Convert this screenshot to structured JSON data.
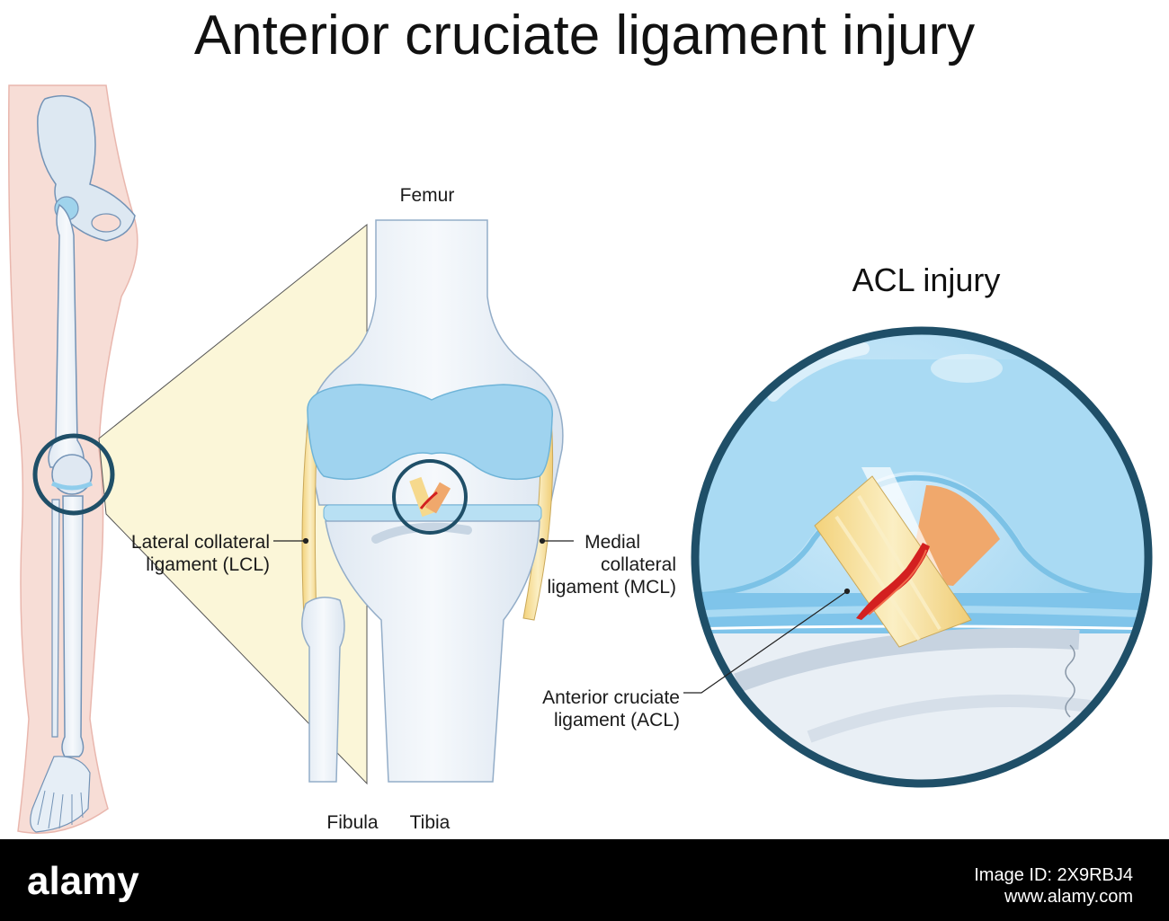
{
  "title": "Anterior cruciate ligament injury",
  "inset_title": "ACL injury",
  "labels": {
    "femur": "Femur",
    "lcl_line1": "Lateral collateral",
    "lcl_line2": "ligament (LCL)",
    "mcl_line1": "Medial",
    "mcl_line2": "collateral",
    "mcl_line3": "ligament (MCL)",
    "acl_line1": "Anterior cruciate",
    "acl_line2": "ligament (ACL)",
    "fibula": "Fibula",
    "tibia": "Tibia"
  },
  "footer": {
    "brand": "alamy",
    "image_id_label": "Image ID: 2X9RBJ4",
    "url": "www.alamy.com"
  },
  "colors": {
    "skin": "#f7ddd6",
    "bone": "#eaf1f8",
    "bone_outline": "#6f8fb2",
    "cartilage": "#8fcdec",
    "ligament": "#f6d98d",
    "acl_tear": "#d32020",
    "lens_ring": "#1f4f68",
    "zoom_cone": "#fbf6d8"
  }
}
